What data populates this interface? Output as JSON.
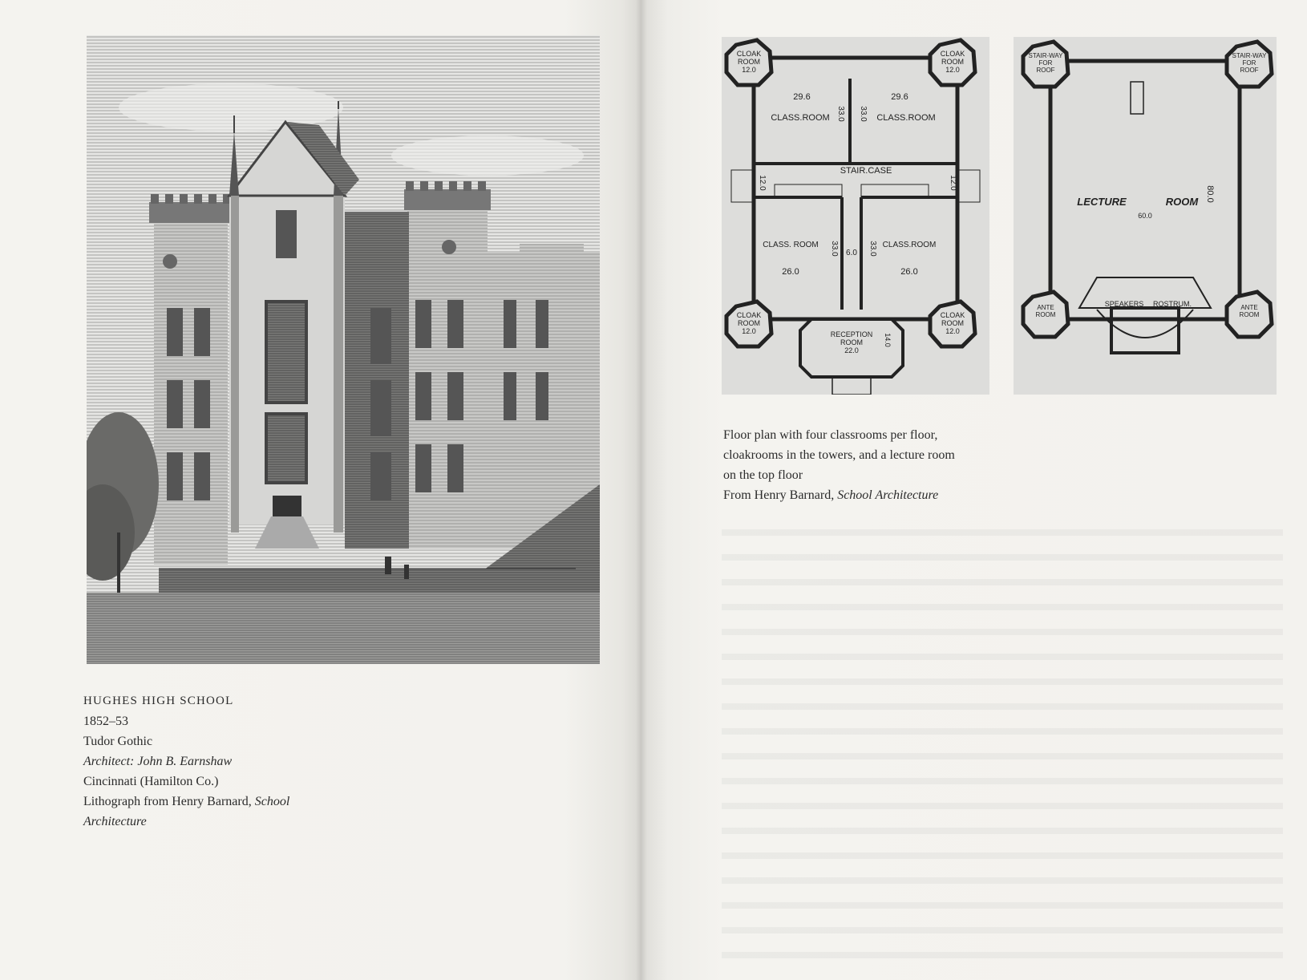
{
  "left_caption": {
    "title": "HUGHES HIGH SCHOOL",
    "years": "1852–53",
    "style": "Tudor Gothic",
    "architect": "Architect: John B. Earnshaw",
    "location": "Cincinnati (Hamilton Co.)",
    "source_prefix": "Lithograph from Henry Barnard,",
    "source_title": "School Architecture"
  },
  "right_caption": {
    "line1": "Floor plan with four classrooms per floor,",
    "line2": "cloakrooms in the towers, and a lecture room",
    "line3": "on the top floor",
    "source_prefix": "From Henry Barnard,",
    "source_title": "School Architecture"
  },
  "plan_first_floor": {
    "cloak": "CLOAK",
    "room": "ROOM",
    "cloak_size": "12.0",
    "classroom_top": "CLASS.ROOM",
    "classroom_bottom": "CLASS.ROOM",
    "classroom_lower_left": "CLASS. ROOM",
    "dim_29_6": "29.6",
    "dim_29_6b": "29.6",
    "dim_33_0": "33.0",
    "dim_26_0": "26.0",
    "dim_6_0": "6.0",
    "dim_12_0": "12.0",
    "staircase": "STAIR.CASE",
    "reception": "RECEPTION",
    "reception_size": "22.0",
    "dim_14_0": "14.0"
  },
  "plan_top_floor": {
    "stairway": "STAIR-WAY",
    "for": "FOR",
    "roof": "ROOF",
    "lecture": "LECTURE",
    "lecture_room": "ROOM",
    "dim_60_0": "60.0",
    "dim_80_0": "80.0",
    "speakers": "SPEAKERS",
    "rostrum": "ROSTRUM.",
    "ante": "ANTE",
    "ante_room": "ROOM"
  }
}
